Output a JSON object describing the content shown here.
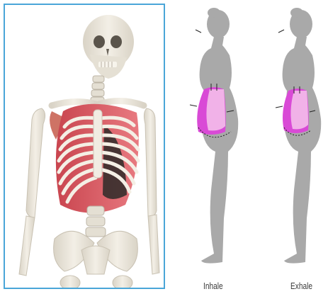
{
  "captions": {
    "inhale": "Inhale",
    "exhale": "Exhale"
  },
  "colors": {
    "frame_border": "#4aa6d8",
    "bone": "#ece8df",
    "muscle": "#d8505e",
    "body_silhouette": "#a9a9a9",
    "abdomen_magenta": "#d94ad6",
    "abdomen_pink": "#f2b7e9",
    "caption_text": "#3b3b3b"
  },
  "illustrations": {
    "left": "skeleton-torso-with-ribcage-and-intercostal-muscles",
    "middle": "standing-silhouette-abdomen-breathing-diagram",
    "right": "standing-silhouette-abdomen-breathing-diagram"
  },
  "icons": [
    "arrow-icon"
  ]
}
